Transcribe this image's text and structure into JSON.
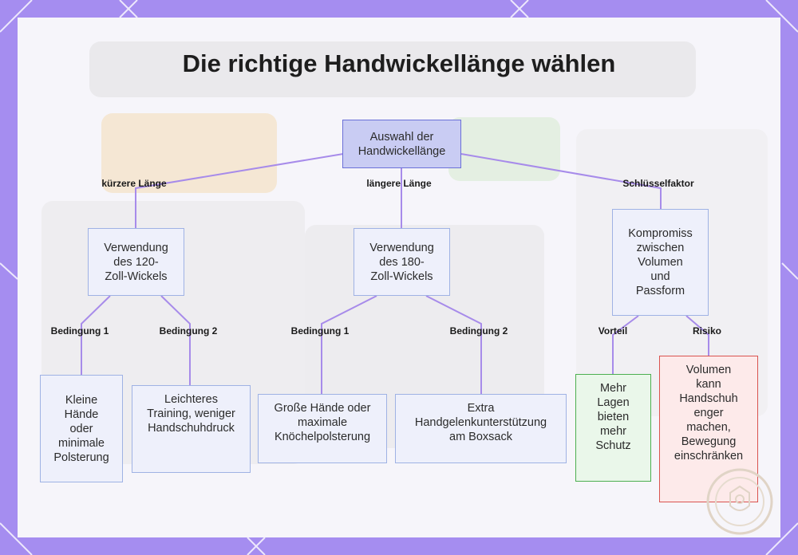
{
  "title": "Die richtige Handwickellänge wählen",
  "nodes": {
    "root": "Auswahl der\nHandwickellänge",
    "short": "Verwendung\ndes 120-\nZoll-Wickels",
    "long": "Verwendung\ndes 180-\nZoll-Wickels",
    "compromise": "Kompromiss\nzwischen\nVolumen\nund\nPassform",
    "small_hands": "Kleine\nHände\noder\nminimale\nPolsterung",
    "light_training": "Leichteres\nTraining, weniger\nHandschuhdruck",
    "big_hands": "Große Hände oder\nmaximale\nKnöchelpolsterung",
    "wrist_support": "Extra\nHandgelenkunterstützung\nam Boxsack",
    "more_layers": "Mehr\nLagen\nbieten\nmehr\nSchutz",
    "volume_risk": "Volumen\nkann\nHandschuh\nenger\nmachen,\nBewegung\neinschränken"
  },
  "edge_labels": {
    "shorter": "kürzere Länge",
    "longer": "längere Länge",
    "key_factor": "Schlüsselfaktor",
    "cond1_short": "Bedingung 1",
    "cond2_short": "Bedingung 2",
    "cond1_long": "Bedingung 1",
    "cond2_long": "Bedingung 2",
    "advantage": "Vorteil",
    "risk": "Risiko"
  },
  "colors": {
    "background": "#a58df0",
    "root_fill": "#c9ccf3",
    "node_fill": "#eef0fb",
    "connector": "#a78bea",
    "advantage_border": "#4caf50",
    "risk_border": "#d9534f"
  }
}
